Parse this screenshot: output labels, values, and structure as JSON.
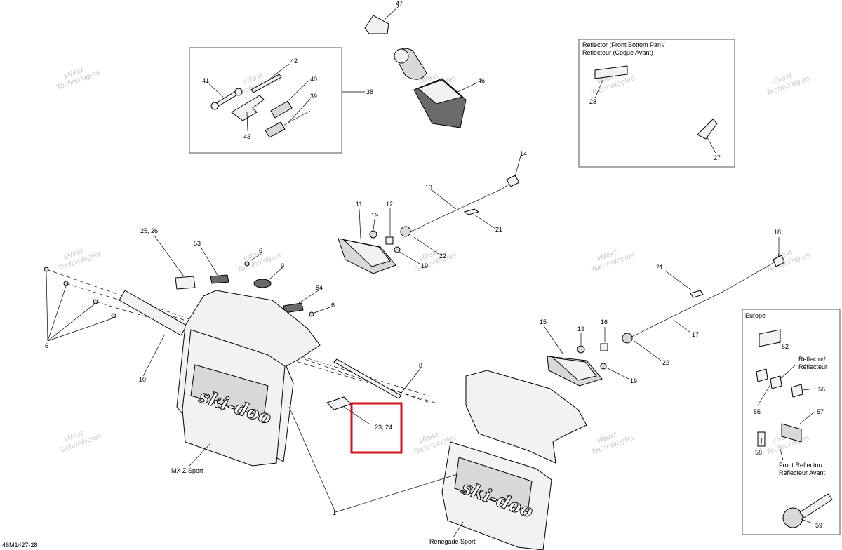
{
  "diagram_id": "46M1427-28",
  "watermark": [
    "vNext",
    "Technologies"
  ],
  "logo_text": "ski-doo",
  "variants": {
    "left": "MX Z Sport",
    "right": "Renegade Sport"
  },
  "boxes": {
    "tools": {
      "callout": "38"
    },
    "reflector": {
      "title_line1": "Reflector (Front Bottom Pan)/",
      "title_line2": "Réflecteur (Coque Avant)"
    },
    "europe": {
      "title": "Europe",
      "reflector_line1": "Reflector/",
      "reflector_line2": "Réflecteur",
      "front_line1": "Front Reflector/",
      "front_line2": "Réflecteur Avant"
    }
  },
  "callouts": {
    "c1": "1",
    "c6a": "6",
    "c6b": "6",
    "c6c": "6",
    "c8": "8",
    "c9": "9",
    "c10": "10",
    "c11": "11",
    "c12": "12",
    "c13": "13",
    "c14": "14",
    "c15": "15",
    "c16": "16",
    "c17": "17",
    "c18": "18",
    "c19a": "19",
    "c19b": "19",
    "c19c": "19",
    "c19d": "19",
    "c21a": "21",
    "c21b": "21",
    "c22a": "22",
    "c22b": "22",
    "c2326": "25, 26",
    "c2324": "23, 24",
    "c27": "27",
    "c28": "28",
    "c39": "39",
    "c40": "40",
    "c41": "41",
    "c42": "42",
    "c43": "43",
    "c46": "46",
    "c47": "47",
    "c52": "52",
    "c53": "53",
    "c54": "54",
    "c55": "55",
    "c56": "56",
    "c57": "57",
    "c58": "58",
    "c59": "59"
  },
  "highlight": {
    "part": "23, 24",
    "color": "#d0121b"
  }
}
